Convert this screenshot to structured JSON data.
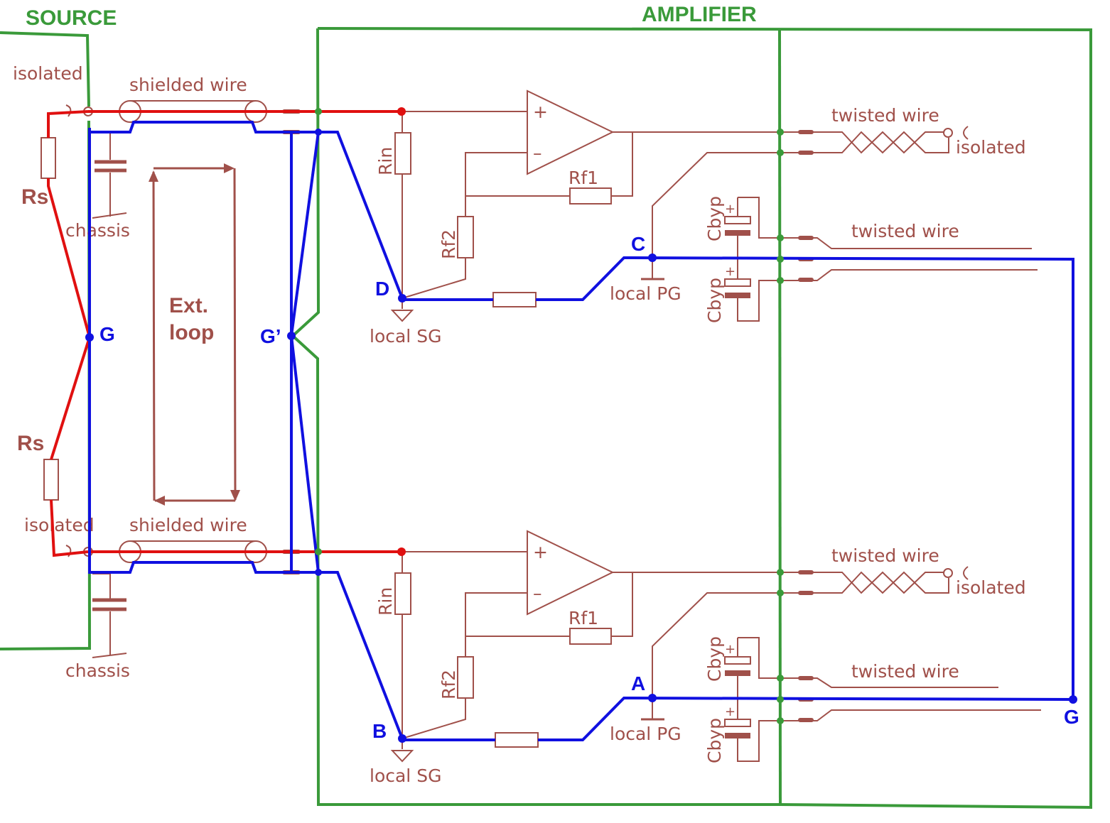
{
  "blocks": {
    "source": "SOURCE",
    "amplifier": "AMPLIFIER"
  },
  "labels": {
    "isolated": "isolated",
    "shielded_wire": "shielded wire",
    "chassis": "chassis",
    "twisted_wire": "twisted wire",
    "rs": "Rs",
    "ext_loop_line1": "Ext.",
    "ext_loop_line2": "loop",
    "rin": "Rin",
    "rf1": "Rf1",
    "rf2": "Rf2",
    "cbyp": "Cbyp",
    "local_sg": "local SG",
    "local_pg": "local PG",
    "plus": "+",
    "minus": "–"
  },
  "nodes": {
    "g": "G",
    "g_prime": "G’",
    "a": "A",
    "b": "B",
    "c": "C",
    "d": "D"
  },
  "colors": {
    "component": "#a0504a",
    "ground_path": "#1010e0",
    "signal_path": "#e01010",
    "block_border": "#3a9a3a"
  }
}
